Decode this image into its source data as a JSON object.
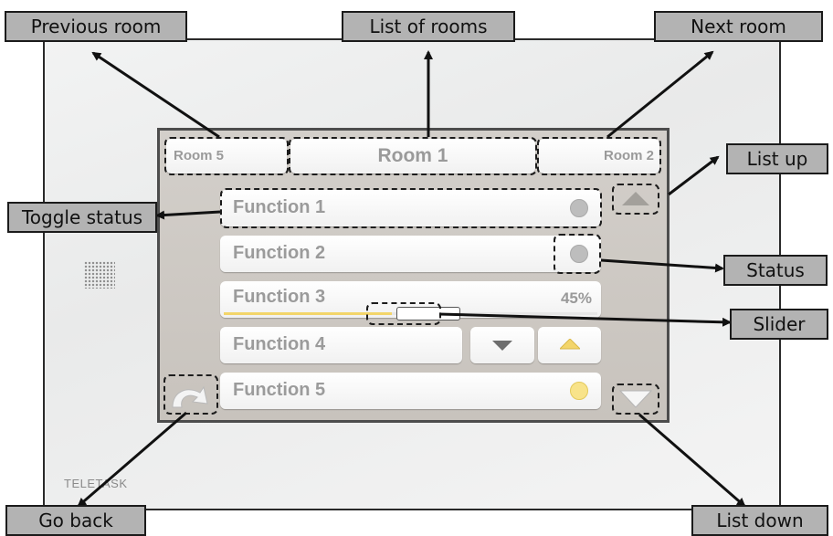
{
  "brand": "TELETASK",
  "rooms": {
    "previous": "Room 5",
    "current": "Room 1",
    "next": "Room 2"
  },
  "functions": [
    {
      "label": "Function 1",
      "status": "off"
    },
    {
      "label": "Function 2",
      "status": "off"
    },
    {
      "label": "Function 3",
      "value_text": "45%",
      "slider_level": 0.45
    },
    {
      "label": "Function 4"
    },
    {
      "label": "Function 5",
      "status": "on"
    }
  ],
  "callouts": {
    "previous_room": "Previous room",
    "list_of_rooms": "List of rooms",
    "next_room": "Next room",
    "list_up": "List up",
    "toggle_status": "Toggle status",
    "status": "Status",
    "slider": "Slider",
    "go_back": "Go back",
    "list_down": "List down"
  },
  "colors": {
    "status_off": "#bdbdbd",
    "status_on": "#f8e38a",
    "slider_fill": "#f3d56a",
    "callout_bg": "#b3b3b3"
  }
}
